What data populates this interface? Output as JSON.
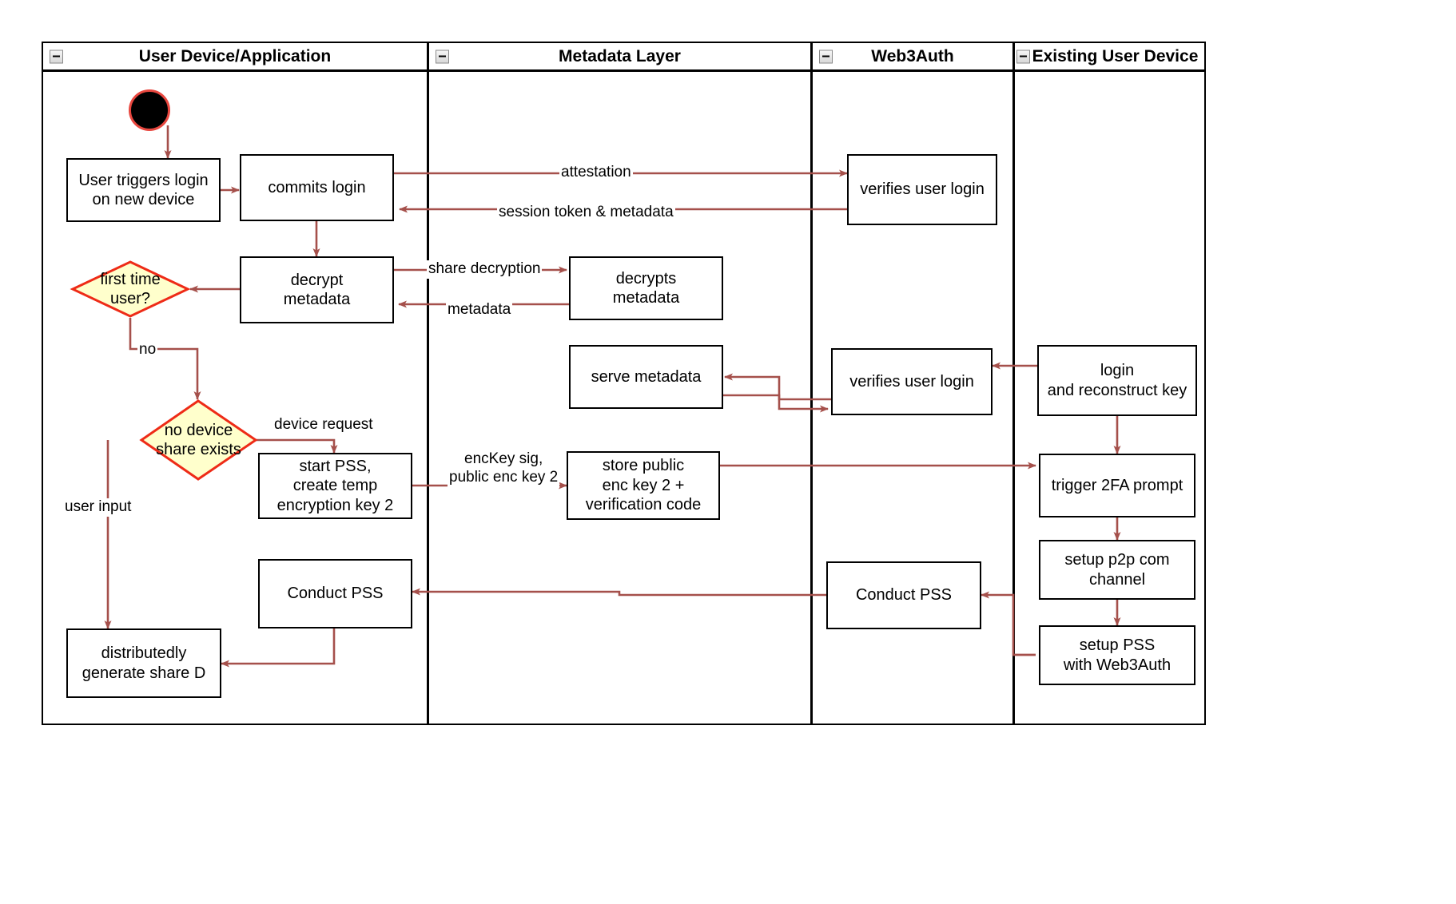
{
  "diagram": {
    "title": "Web3Auth new-device login activity diagram",
    "colors": {
      "edge": "#A5504B",
      "decision_border": "#EE2B17",
      "decision_fill": "#FFFFCC",
      "node_border": "#000000",
      "start_ring": "#E8473F",
      "start_fill": "#000000",
      "lane_border": "#000000"
    }
  },
  "lanes": [
    {
      "label": "User Device/Application",
      "icon": "collapse-minus-icon"
    },
    {
      "label": "Metadata Layer",
      "icon": "collapse-minus-icon"
    },
    {
      "label": "Web3Auth",
      "icon": "collapse-minus-icon"
    },
    {
      "label": "Existing User Device",
      "icon": "collapse-minus-icon"
    }
  ],
  "nodes": [
    {
      "id": "start",
      "type": "start",
      "label": ""
    },
    {
      "id": "user_triggers",
      "type": "action",
      "label": "User triggers login\non new device"
    },
    {
      "id": "commits_login",
      "type": "action",
      "label": "commits login"
    },
    {
      "id": "verifies_login_1",
      "type": "action",
      "label": "verifies user login"
    },
    {
      "id": "decrypt_metadata",
      "type": "action",
      "label": "decrypt\nmetadata"
    },
    {
      "id": "decrypts_metadata",
      "type": "action",
      "label": "decrypts\nmetadata"
    },
    {
      "id": "first_time_user",
      "type": "decision",
      "label": "first time\nuser?"
    },
    {
      "id": "serve_metadata",
      "type": "action",
      "label": "serve metadata"
    },
    {
      "id": "verifies_login_2",
      "type": "action",
      "label": "verifies user login"
    },
    {
      "id": "login_reconstruct",
      "type": "action",
      "label": "login\nand reconstruct key"
    },
    {
      "id": "no_device_share",
      "type": "decision",
      "label": "no device\nshare exists"
    },
    {
      "id": "start_pss",
      "type": "action",
      "label": "start PSS,\ncreate temp\nencryption key 2"
    },
    {
      "id": "store_public_key",
      "type": "action",
      "label": "store public\nenc key 2 +\nverification code"
    },
    {
      "id": "trigger_2fa",
      "type": "action",
      "label": "trigger 2FA prompt"
    },
    {
      "id": "setup_p2p",
      "type": "action",
      "label": "setup p2p com\nchannel"
    },
    {
      "id": "conduct_pss_user",
      "type": "action",
      "label": "Conduct PSS"
    },
    {
      "id": "conduct_pss_w3a",
      "type": "action",
      "label": "Conduct PSS"
    },
    {
      "id": "setup_pss_w3a",
      "type": "action",
      "label": "setup PSS\nwith Web3Auth"
    },
    {
      "id": "generate_share_d",
      "type": "action",
      "label": "distributedly\ngenerate share D"
    }
  ],
  "edge_labels": [
    {
      "id": "attestation",
      "text": "attestation"
    },
    {
      "id": "session_token",
      "text": "session token & metadata"
    },
    {
      "id": "share_decryption",
      "text": "share decryption"
    },
    {
      "id": "metadata",
      "text": "metadata"
    },
    {
      "id": "no",
      "text": "no"
    },
    {
      "id": "device_request",
      "text": "device request"
    },
    {
      "id": "enckey_sig",
      "text": "encKey sig,\npublic enc key 2"
    },
    {
      "id": "user_input",
      "text": "user input"
    }
  ]
}
